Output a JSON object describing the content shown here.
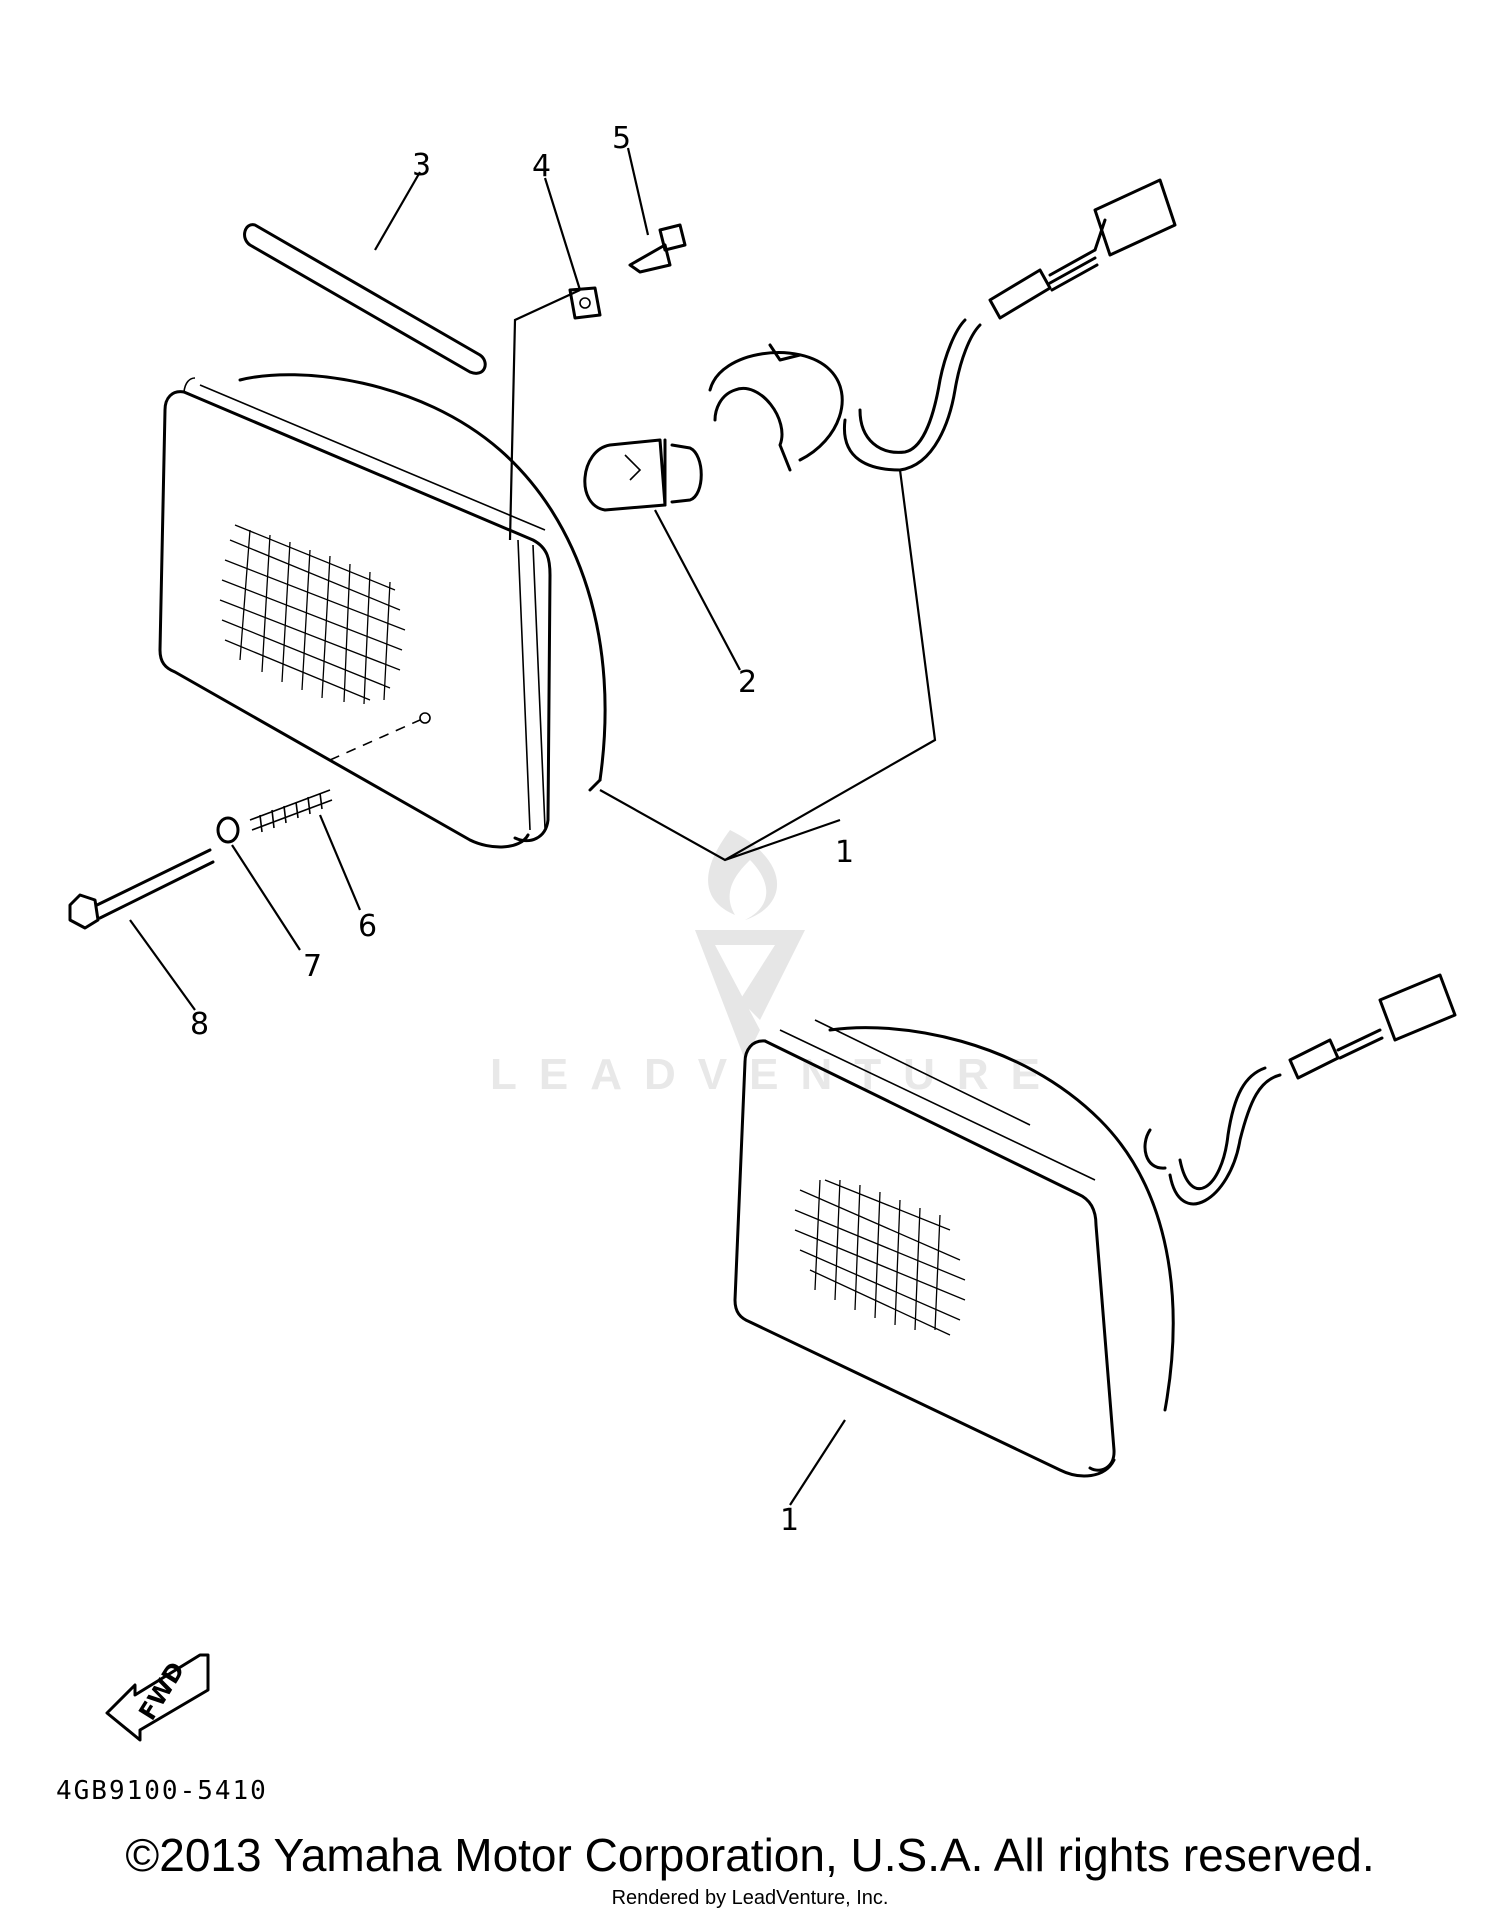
{
  "diagram": {
    "callouts": [
      "1",
      "2",
      "3",
      "4",
      "5",
      "6",
      "7",
      "8",
      "1"
    ],
    "fwd_label": "FWD",
    "part_number": "4GB9100-5410",
    "watermark": "LEADVENTURE",
    "copyright": "©2013 Yamaha Motor Corporation, U.S.A. All rights reserved.",
    "rendered_by": "Rendered by LeadVenture, Inc."
  }
}
